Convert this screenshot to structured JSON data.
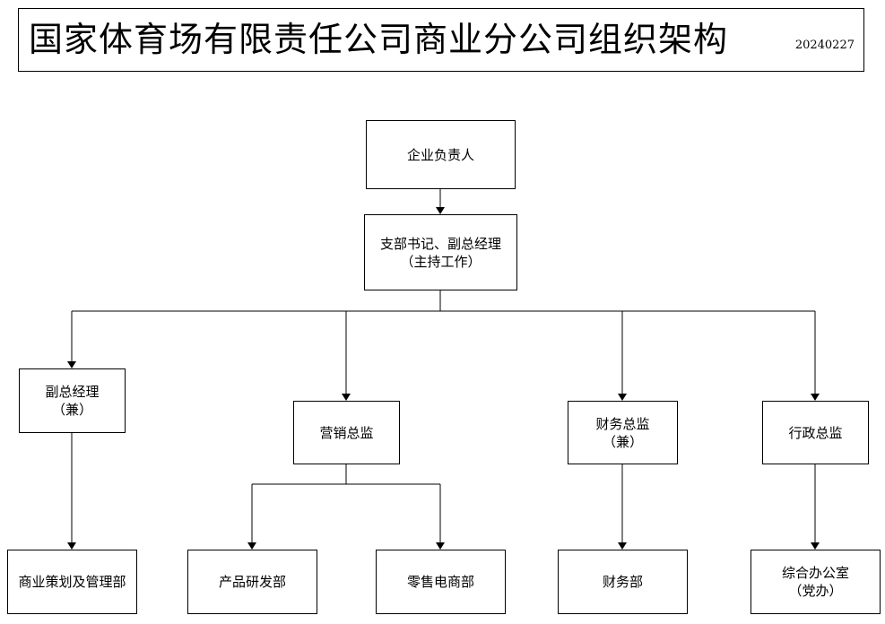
{
  "header": {
    "title": "国家体育场有限责任公司商业分公司组织架构",
    "date": "20240227"
  },
  "org": {
    "head": "企业负责人",
    "secretary": {
      "line1": "支部书记、副总经理",
      "line2": "（主持工作）"
    },
    "deputy_gm": {
      "line1": "副总经理",
      "line2": "（兼）"
    },
    "marketing_director": {
      "line1": "营销总监"
    },
    "finance_director": {
      "line1": "财务总监",
      "line2": "（兼）"
    },
    "admin_director": {
      "line1": "行政总监"
    },
    "commercial_planning_dept": {
      "line1": "商业策划及管理部"
    },
    "product_rd_dept": {
      "line1": "产品研发部"
    },
    "retail_ecommerce_dept": {
      "line1": "零售电商部"
    },
    "finance_dept": {
      "line1": "财务部"
    },
    "general_office": {
      "line1": "综合办公室",
      "line2": "（党办）"
    }
  }
}
